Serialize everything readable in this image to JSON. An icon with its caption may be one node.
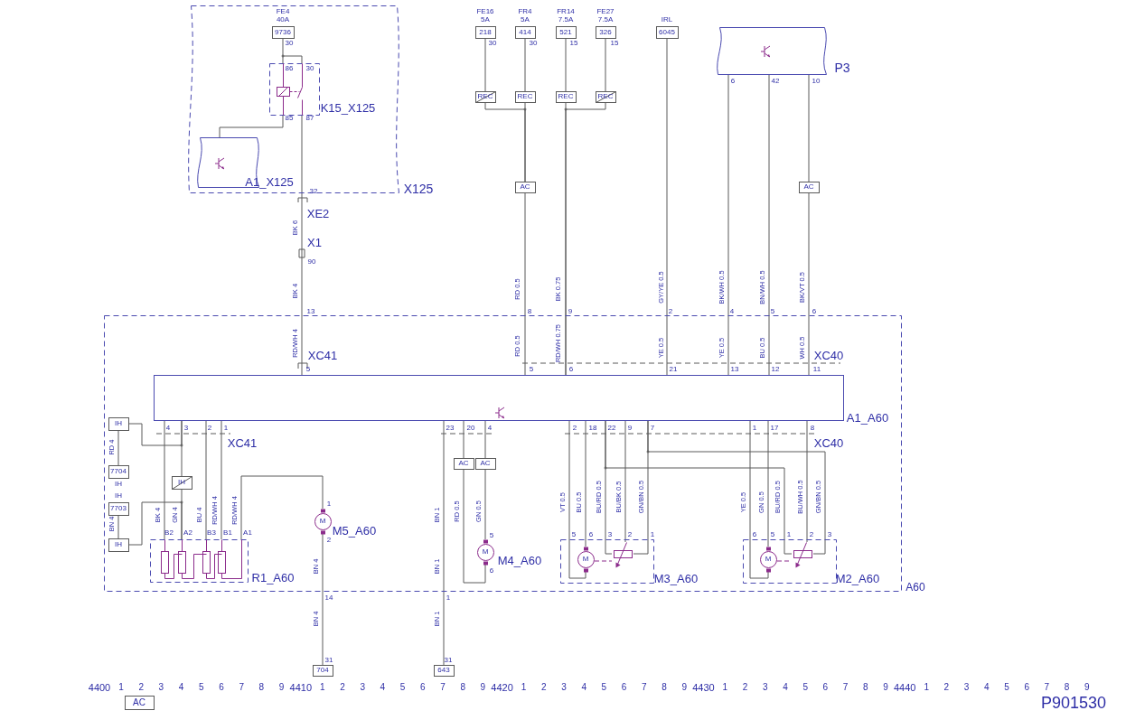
{
  "diagram": {
    "nodes": [
      {
        "text": [
          "X125"
        ]
      },
      {
        "text": [
          "9736"
        ],
        "beside": [
          "FE4",
          "40A"
        ],
        "in": 0
      },
      {
        "text": [
          "K15_X125"
        ],
        "in": 0
      },
      {
        "text": [
          "A1_X125"
        ],
        "in": 0
      },
      {
        "text": [
          "218"
        ],
        "beside": [
          "FE16",
          "5A"
        ]
      },
      {
        "text": [
          "414"
        ],
        "beside": [
          "FR4",
          "5A"
        ]
      },
      {
        "text": [
          "521"
        ],
        "beside": [
          "FR14",
          "7.5A"
        ]
      },
      {
        "text": [
          "326"
        ],
        "beside": [
          "FE27",
          "7.5A"
        ]
      },
      {
        "text": [
          "6045"
        ],
        "beside": [
          "IRL"
        ]
      },
      {
        "text": [
          "P3"
        ]
      },
      {
        "text": [
          "REC"
        ]
      },
      {
        "text": [
          "REC"
        ]
      },
      {
        "text": [
          "REC"
        ]
      },
      {
        "text": [
          "REC"
        ]
      },
      {
        "text": [
          "AC"
        ]
      },
      {
        "text": [
          "AC"
        ]
      },
      {
        "text": [
          "A60"
        ]
      },
      {
        "text": [
          "A1_A60"
        ],
        "in": 16
      },
      {
        "text": [
          "IH"
        ],
        "in": 16
      },
      {
        "text": [
          "7704"
        ],
        "beside": [
          "IH"
        ],
        "in": 16
      },
      {
        "text": [
          "IH"
        ],
        "in": 16
      },
      {
        "text": [
          "7703"
        ],
        "beside": [
          "IH"
        ],
        "in": 16
      },
      {
        "text": [
          "IH"
        ],
        "in": 16
      },
      {
        "text": [
          "R1_A60"
        ],
        "in": 16
      },
      {
        "text": [
          "M"
        ],
        "beside": [
          "M5_A60"
        ],
        "in": 16
      },
      {
        "text": [
          "AC"
        ],
        "in": 16
      },
      {
        "text": [
          "AC"
        ],
        "in": 16
      },
      {
        "text": [
          "M"
        ],
        "beside": [
          "M4_A60"
        ],
        "in": 16
      },
      {
        "text": [
          "M3_A60"
        ],
        "in": 16
      },
      {
        "text": [
          "M"
        ],
        "in": 28
      },
      {
        "text": [],
        "shape": "box",
        "in": 28
      },
      {
        "text": [
          "M2_A60"
        ],
        "in": 16
      },
      {
        "text": [
          "M"
        ],
        "in": 31
      },
      {
        "text": [],
        "shape": "box",
        "in": 31
      },
      {
        "text": [
          "704"
        ]
      },
      {
        "text": [
          "643"
        ]
      },
      {
        "text": [
          "AC"
        ]
      }
    ],
    "edges": [
      {
        "from": 1,
        "to": 2,
        "arrow": "none"
      },
      {
        "from": 2,
        "to": 3,
        "arrow": "none"
      },
      {
        "from": 2,
        "to": 17,
        "arrow": "none"
      },
      {
        "from": 4,
        "to": 10,
        "arrow": "none"
      },
      {
        "from": 5,
        "to": 11,
        "arrow": "none"
      },
      {
        "from": 6,
        "to": 12,
        "arrow": "none"
      },
      {
        "from": 7,
        "to": 13,
        "arrow": "none"
      },
      {
        "from": 10,
        "to": 14,
        "arrow": "none"
      },
      {
        "from": 11,
        "to": 14,
        "arrow": "none"
      },
      {
        "from": 12,
        "to": 17,
        "arrow": "none"
      },
      {
        "from": 13,
        "to": 17,
        "arrow": "none"
      },
      {
        "from": 14,
        "to": 17,
        "arrow": "none"
      },
      {
        "from": 8,
        "to": 17,
        "arrow": "none"
      },
      {
        "from": 9,
        "to": 17,
        "arrow": "none"
      },
      {
        "from": 9,
        "to": 17,
        "arrow": "none"
      },
      {
        "from": 9,
        "to": 15,
        "arrow": "none"
      },
      {
        "from": 15,
        "to": 17,
        "arrow": "none"
      },
      {
        "from": 17,
        "to": 18,
        "arrow": "none"
      },
      {
        "from": 18,
        "to": 19,
        "arrow": "none"
      },
      {
        "from": 21,
        "to": 22,
        "arrow": "none"
      },
      {
        "from": 17,
        "to": 20,
        "arrow": "none"
      },
      {
        "from": 20,
        "to": 23,
        "arrow": "none"
      },
      {
        "from": 22,
        "to": 23,
        "arrow": "none"
      },
      {
        "from": 17,
        "to": 23,
        "arrow": "none"
      },
      {
        "from": 17,
        "to": 23,
        "arrow": "none"
      },
      {
        "from": 17,
        "to": 23,
        "arrow": "none"
      },
      {
        "from": 23,
        "to": 24,
        "arrow": "none"
      },
      {
        "from": 24,
        "to": 34,
        "arrow": "none"
      },
      {
        "from": 17,
        "to": 35,
        "arrow": "none"
      },
      {
        "from": 17,
        "to": 25,
        "arrow": "none"
      },
      {
        "from": 25,
        "to": 27,
        "arrow": "none"
      },
      {
        "from": 17,
        "to": 26,
        "arrow": "none"
      },
      {
        "from": 26,
        "to": 27,
        "arrow": "none"
      },
      {
        "from": 17,
        "to": 29,
        "arrow": "none"
      },
      {
        "from": 17,
        "to": 29,
        "arrow": "none"
      },
      {
        "from": 17,
        "to": 30,
        "arrow": "none"
      },
      {
        "from": 17,
        "to": 30,
        "arrow": "none"
      },
      {
        "from": 17,
        "to": 30,
        "arrow": "none"
      },
      {
        "from": 17,
        "to": 33,
        "arrow": "none"
      },
      {
        "from": 17,
        "to": 33,
        "arrow": "none"
      },
      {
        "from": 17,
        "to": 32,
        "arrow": "none"
      },
      {
        "from": 17,
        "to": 32,
        "arrow": "none"
      },
      {
        "from": 17,
        "to": 33,
        "arrow": "none"
      },
      {
        "from": 29,
        "to": 30,
        "arrow": "none",
        "style": "dashed",
        "color": "#8b2b8b"
      },
      {
        "from": 32,
        "to": 33,
        "arrow": "none",
        "style": "dashed",
        "color": "#8b2b8b"
      }
    ],
    "labels": [
      "30",
      "86",
      "30",
      "85",
      "87",
      "30",
      "30",
      "15",
      "15",
      "6",
      "42",
      "10",
      "32",
      "XE2",
      "BK 6",
      "X1",
      "90",
      "BK 4",
      "RD 0.5",
      "BK 0.75",
      "GY/YE 0.5",
      "BK/WH 0.5",
      "BN/WH 0.5",
      "BK/VT 0.5",
      "13",
      "8",
      "9",
      "2",
      "4",
      "5",
      "6",
      "RD/WH 4",
      "XC41",
      "RD 0.5",
      "RD/WH 0.75",
      "YE 0.5",
      "YE 0.5",
      "BU 0.5",
      "WH 0.5",
      "XC40",
      "5",
      "5",
      "6",
      "21",
      "13",
      "12",
      "11",
      "4",
      "3",
      "2",
      "1",
      "XC41",
      "23",
      "20",
      "4",
      "2",
      "18",
      "22",
      "9",
      "7",
      "1",
      "17",
      "8",
      "XC40",
      "RD 4",
      "BN 4",
      "BK 4",
      "GN 4",
      "BU 4",
      "RD/WH 4",
      "RD/WH 4",
      "B2",
      "A2",
      "B3",
      "B1",
      "A1",
      "1",
      "2",
      "BN 1",
      "RD 0.5",
      "GN 0.5",
      "5",
      "6",
      "VT 0.5",
      "BU 0.5",
      "BU/RD 0.5",
      "BU/BK 0.5",
      "GN/BN 0.5",
      "5",
      "6",
      "3",
      "2",
      "1",
      "YE 0.5",
      "GN 0.5",
      "BU/RD 0.5",
      "BU/WH 0.5",
      "GN/BN 0.5",
      "6",
      "5",
      "1",
      "2",
      "3",
      "BN 4",
      "BN 1",
      "14",
      "1",
      "BN 4",
      "BN 1",
      "31",
      "31",
      "4400",
      "1",
      "2",
      "3",
      "4",
      "5",
      "6",
      "7",
      "8",
      "9",
      "4410",
      "1",
      "2",
      "3",
      "4",
      "5",
      "6",
      "7",
      "8",
      "9",
      "4420",
      "1",
      "2",
      "3",
      "4",
      "5",
      "6",
      "7",
      "8",
      "9",
      "4430",
      "1",
      "2",
      "3",
      "4",
      "5",
      "6",
      "7",
      "8",
      "9",
      "4440",
      "1",
      "2",
      "3",
      "4",
      "5",
      "6",
      "7",
      "8",
      "9",
      "P901530"
    ]
  }
}
